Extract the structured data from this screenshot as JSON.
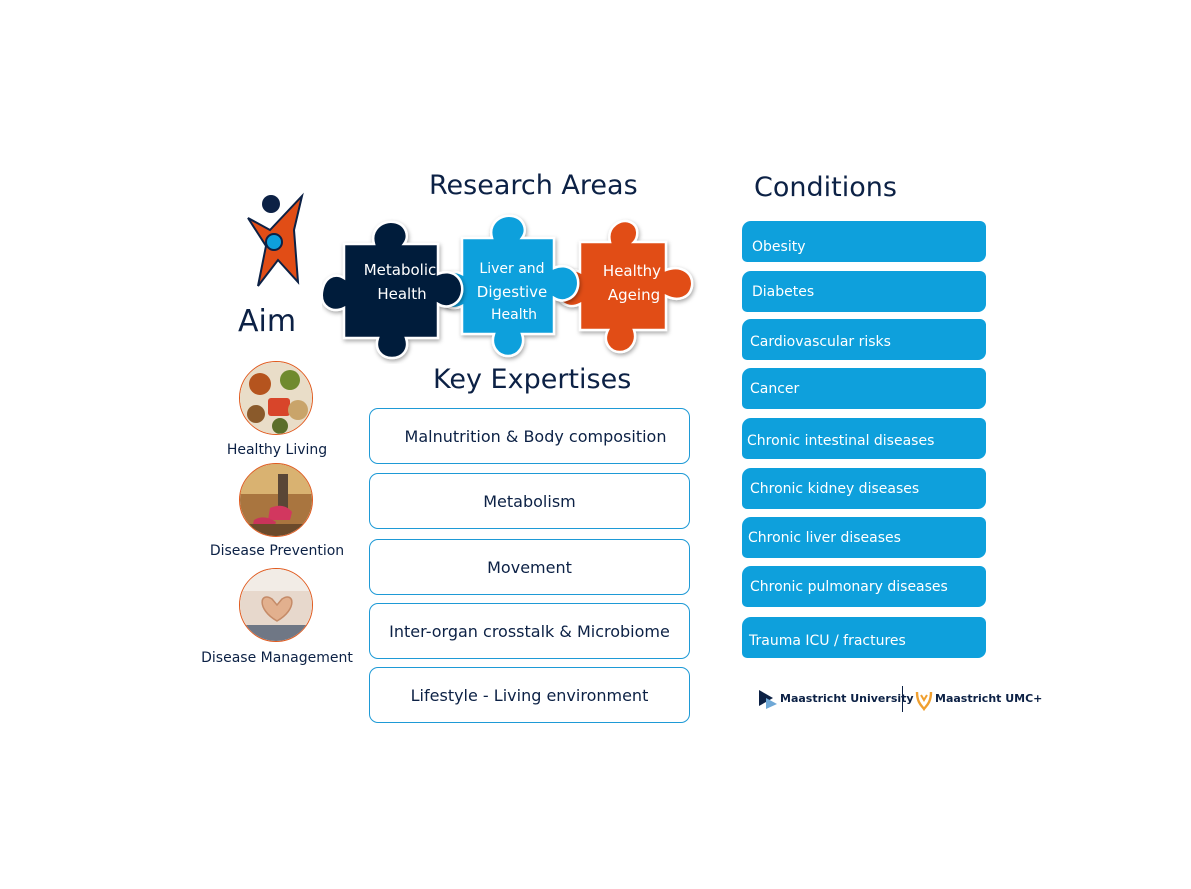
{
  "research_areas": {
    "title": "Research Areas",
    "pieces": [
      {
        "line1": "Metabolic",
        "line2": "Health",
        "line3": "",
        "color": "#061a3a"
      },
      {
        "line1": "Liver and",
        "line2": "Digestive",
        "line3": "Health",
        "color": "#0ea0dc"
      },
      {
        "line1": "Healthy",
        "line2": "Ageing",
        "line3": "",
        "color": "#e14d16"
      }
    ]
  },
  "aim": {
    "title": "Aim",
    "logo_icon": "person-figure-icon",
    "items": [
      {
        "label": "Healthy Living",
        "icon": "healthy-food-photo"
      },
      {
        "label": "Disease Prevention",
        "icon": "running-shoes-photo"
      },
      {
        "label": "Disease Management",
        "icon": "heart-hands-photo"
      }
    ]
  },
  "key_expertises": {
    "title": "Key Expertises",
    "items": [
      "Malnutrition & Body composition",
      "Metabolism",
      "Movement",
      "Inter-organ crosstalk & Microbiome",
      "Lifestyle - Living environment"
    ]
  },
  "conditions": {
    "title": "Conditions",
    "items": [
      "Obesity",
      "Diabetes",
      "Cardiovascular risks",
      "Cancer",
      "Chronic intestinal diseases",
      "Chronic kidney diseases",
      "Chronic liver diseases",
      "Chronic pulmonary diseases",
      "Trauma ICU / fractures"
    ]
  },
  "logos": {
    "university": "Maastricht University",
    "umc": "Maastricht UMC+"
  },
  "colors": {
    "navy": "#0c2145",
    "blue": "#0ea0dc",
    "orange": "#e14d16"
  }
}
